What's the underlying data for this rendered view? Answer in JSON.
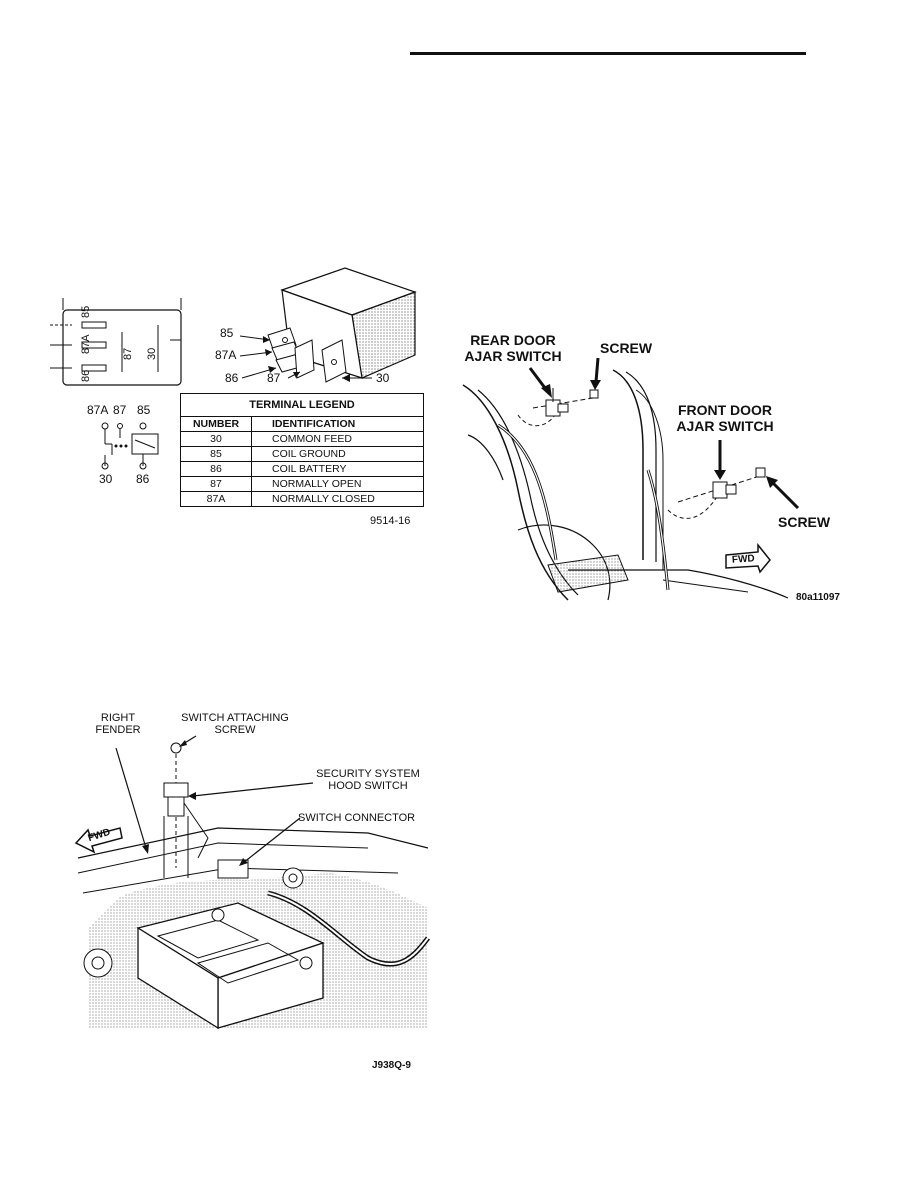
{
  "relay_figure": {
    "schematic_pins": [
      "85",
      "87A",
      "86",
      "87",
      "30"
    ],
    "pinout_labels": {
      "p87A": "87A",
      "p87": "87",
      "p85": "85",
      "p30": "30",
      "p86": "86"
    },
    "callouts": {
      "c85": "85",
      "c87A": "87A",
      "c86": "86",
      "c87": "87",
      "c30": "30"
    },
    "legend": {
      "title": "TERMINAL LEGEND",
      "headers": [
        "NUMBER",
        "IDENTIFICATION"
      ],
      "rows": [
        {
          "number": "30",
          "identification": "COMMON FEED"
        },
        {
          "number": "85",
          "identification": "COIL GROUND"
        },
        {
          "number": "86",
          "identification": "COIL BATTERY"
        },
        {
          "number": "87",
          "identification": "NORMALLY OPEN"
        },
        {
          "number": "87A",
          "identification": "NORMALLY CLOSED"
        }
      ]
    },
    "figure_number": "9514-16"
  },
  "door_figure": {
    "rear_switch_label": [
      "REAR DOOR",
      "AJAR SWITCH"
    ],
    "screw_label_top": "SCREW",
    "front_switch_label": [
      "FRONT DOOR",
      "AJAR SWITCH"
    ],
    "screw_label_bottom": "SCREW",
    "fwd_label": "FWD",
    "figure_number": "80a11097"
  },
  "hood_figure": {
    "right_fender_label": [
      "RIGHT",
      "FENDER"
    ],
    "attaching_screw_label": [
      "SWITCH ATTACHING",
      "SCREW"
    ],
    "hood_switch_label": [
      "SECURITY SYSTEM",
      "HOOD SWITCH"
    ],
    "connector_label": "SWITCH CONNECTOR",
    "fwd_label": "FWD",
    "figure_number": "J938Q-9"
  }
}
